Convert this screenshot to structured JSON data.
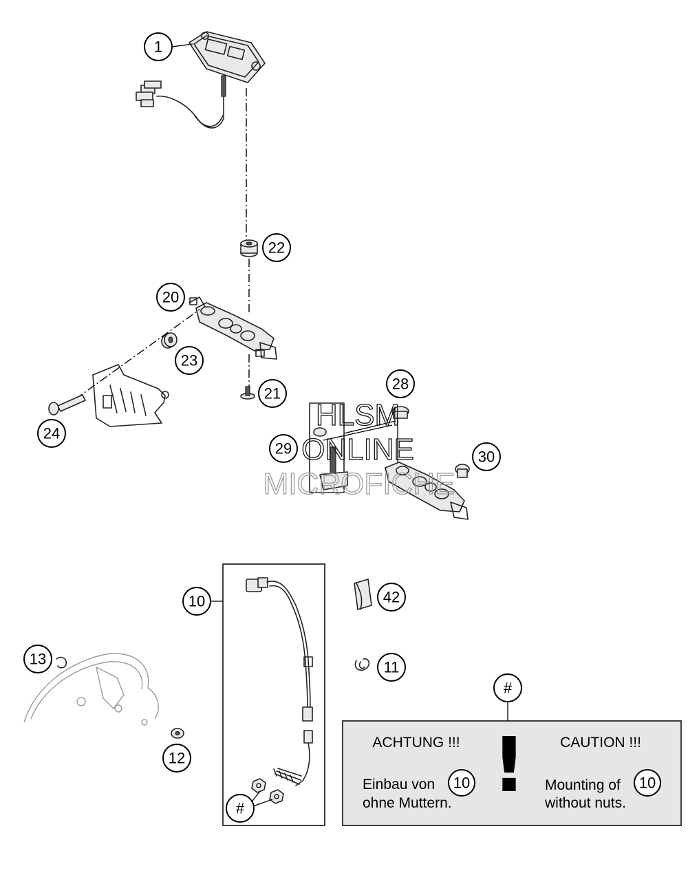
{
  "callouts": {
    "p1": "1",
    "p22": "22",
    "p20": "20",
    "p23": "23",
    "p21": "21",
    "p24": "24",
    "p28": "28",
    "p29": "29",
    "p30": "30",
    "p10": "10",
    "p42": "42",
    "p13": "13",
    "p11": "11",
    "p12": "12",
    "hash_box": "#",
    "hash_note": "#"
  },
  "watermark": {
    "line1": "HLSM",
    "line2": "ONLINE",
    "line3": "MICROFICHE"
  },
  "note": {
    "de_title": "ACHTUNG !!!",
    "de_line1": "Einbau von",
    "de_ref": "10",
    "de_line2": "ohne Muttern.",
    "en_title": "CAUTION !!!",
    "en_line1": "Mounting of",
    "en_ref": "10",
    "en_line2": "without nuts.",
    "mark": "!"
  }
}
